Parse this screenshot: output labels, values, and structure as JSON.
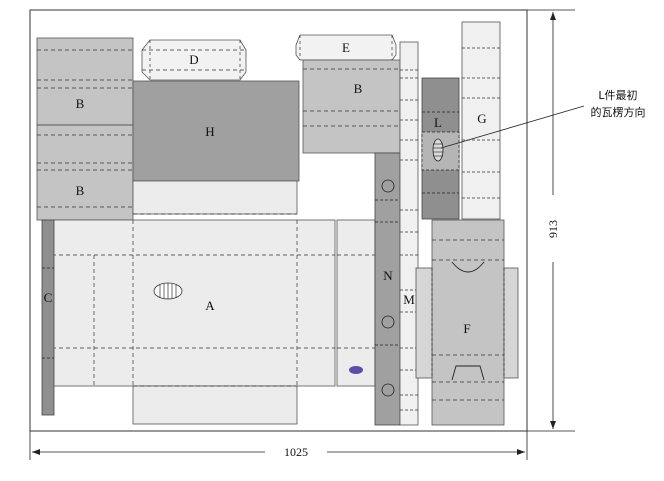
{
  "labels": {
    "A": "A",
    "B_top": "B",
    "B_mid": "B",
    "B_right": "B",
    "C": "C",
    "D": "D",
    "E": "E",
    "F": "F",
    "G": "G",
    "H": "H",
    "L": "L",
    "M": "M",
    "N": "N"
  },
  "annotation": {
    "line1": "L件最初",
    "line2": "的瓦楞方向"
  },
  "dimensions": {
    "width": "1025",
    "height": "913"
  },
  "colors": {
    "light": "#e6e6e6",
    "lighter": "#efefef",
    "mid": "#c8c8c8",
    "dark": "#a8a8a8",
    "darker": "#8f8f8f",
    "oval": "#5b4ea8"
  }
}
